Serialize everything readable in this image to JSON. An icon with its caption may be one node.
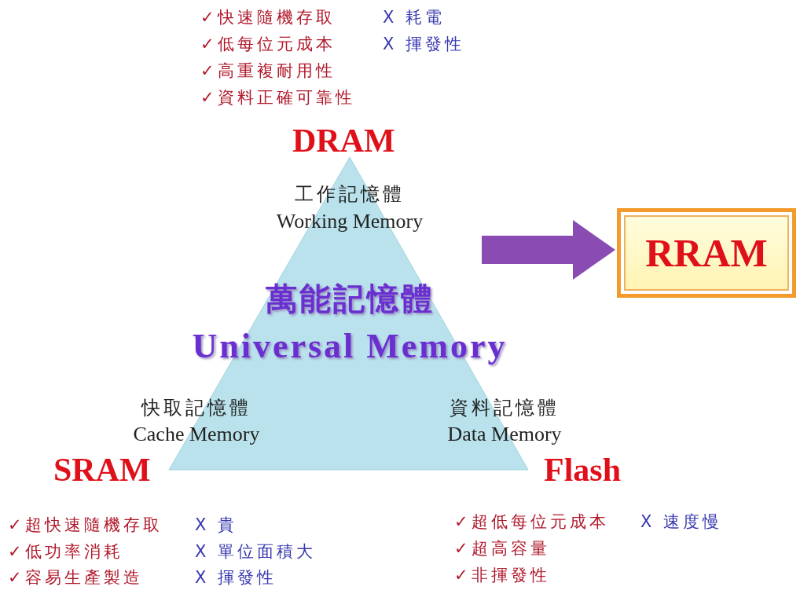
{
  "diagram": {
    "nodes": [
      {
        "text": [
          "工作記憶體",
          "Working Memory",
          "萬能記憶體",
          "Universal Memory",
          "快取記憶體",
          "Cache Memory",
          "資料記憶體",
          "Data Memory"
        ],
        "beside": [
          "DRAM",
          "SRAM",
          "Flash"
        ]
      },
      {
        "text": [
          "RRAM"
        ]
      }
    ],
    "edges": [
      {
        "from": 0,
        "to": 1,
        "arrow": "to"
      }
    ],
    "labels": [
      "✓快速隨機存取",
      "X 耗電",
      "✓低每位元成本",
      "X 揮發性",
      "✓高重複耐用性",
      "✓資料正確可靠性",
      "✓超快速隨機存取",
      "X 貴",
      "✓超低每位元成本",
      "X 速度慢",
      "✓低功率消耗",
      "X 單位面積大",
      "✓超高容量",
      "✓容易生產製造",
      "X 揮發性",
      "✓非揮發性"
    ]
  }
}
